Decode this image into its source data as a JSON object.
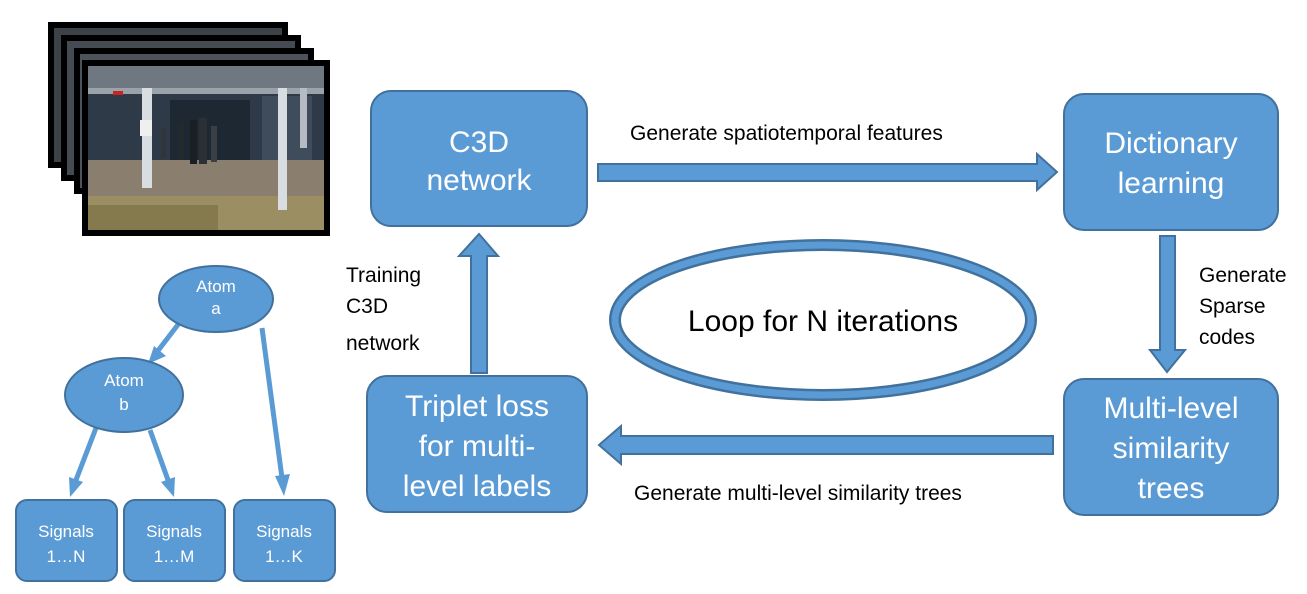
{
  "nodes": {
    "c3d": {
      "lines": [
        "C3D",
        "network"
      ]
    },
    "dictionary": {
      "lines": [
        "Dictionary",
        "learning"
      ]
    },
    "multilevel": {
      "lines": [
        "Multi-level",
        "similarity",
        "trees"
      ]
    },
    "triplet": {
      "lines": [
        "Triplet loss",
        "for multi-",
        "level labels"
      ]
    }
  },
  "edges": {
    "c3d_to_dictionary": "Generate spatiotemporal features",
    "dictionary_to_multilevel": [
      "Generate",
      "Sparse",
      "codes"
    ],
    "multilevel_to_triplet": "Generate multi-level similarity trees",
    "triplet_to_c3d": [
      "Training",
      "C3D",
      "network"
    ]
  },
  "loop": {
    "label": "Loop for N iterations"
  },
  "tree": {
    "atom_a": [
      "Atom",
      "a"
    ],
    "atom_b": [
      "Atom",
      "b"
    ],
    "signals": [
      [
        "Signals",
        "1…N"
      ],
      [
        "Signals",
        "1…M"
      ],
      [
        "Signals",
        "1…K"
      ]
    ]
  },
  "video_frames": {
    "count": 4
  },
  "colors": {
    "fill": "#5b9bd5",
    "stroke": "#41719c",
    "text_on_fill": "#ffffff",
    "text": "#000000"
  }
}
